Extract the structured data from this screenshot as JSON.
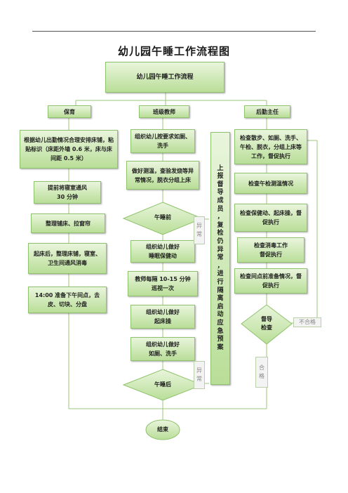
{
  "document": {
    "title": "幼儿园午睡工作流程图"
  },
  "flow": {
    "top": "幼儿园午睡工作流程",
    "columns": {
      "care": "保育",
      "teacher": "班级教师",
      "logistics": "后勤主任"
    },
    "care_steps": [
      "根据幼儿出勤情况合理安排床铺，粘贴标识（床距外墙 0.6 米，床与床间距 0.5 米）",
      "提前将寝室通风\n30 分钟",
      "整理铺床、拉窗帘",
      "起床后，整理床铺，寝室、卫生间通风消毒",
      "14:00 准备下午间点，去皮、切块、分盘"
    ],
    "teacher_steps": [
      "组织幼儿按要求如厕、洗手",
      "做好测温，查验发烧等异常情况，脱衣分组上床",
      "午睡前",
      "组织幼儿做好\n睡眠保健动",
      "教师每隔 10-15 分钟\n巡视一次",
      "组织幼儿做好\n起床操",
      "组织幼儿做好\n如厕、洗手",
      "午睡后"
    ],
    "side_abnormal_1": "异\n常",
    "side_abnormal_2": "异\n常",
    "report_box": "上\n报\n督\n导\n成\n员\n，\n复\n检\n仍\n异\n常\n，\n进\n行\n隔\n离\n启\n动\n应\n急\n预\n案",
    "logistics_steps": [
      "检查散步、如厕、洗手、午检、脱衣，分组上床等工作，督促执行",
      "检查午检测温情况",
      "检查保健动、起床操，督促执行",
      "检查消毒工作\n督促执行",
      "检查间点前准备情况，督促执行",
      "督导\n检查"
    ],
    "unqualified": "不合格",
    "qualified": "合\n格",
    "end": "结束"
  },
  "colors": {
    "box_top": "#e9f5dc",
    "box_bottom": "#b9de98",
    "border": "#8fc26d",
    "line": "#9bc77a"
  }
}
